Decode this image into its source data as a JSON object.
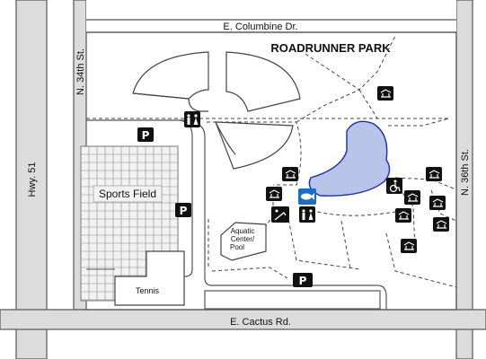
{
  "park": {
    "title": "ROADRUNNER PARK"
  },
  "roads": {
    "top": "E. Columbine Dr.",
    "bottom": "E. Cactus Rd.",
    "left_highway": "Hwy. 51",
    "west_street": "N. 34th St.",
    "east_street": "N. 36th St."
  },
  "facilities": {
    "sports_field": "Sports Field",
    "tennis": "Tennis",
    "aquatic_line1": "Aquatic",
    "aquatic_line2": "Center/",
    "aquatic_line3": "Pool"
  },
  "symbols": {
    "parking_letter": "P",
    "parking_icon": "parking-icon",
    "restroom_icon": "restroom-icon",
    "picnic_icon": "picnic-ramada-icon",
    "accessible_icon": "wheelchair-icon",
    "fishing_icon": "fishing-icon",
    "playground_icon": "playground-icon"
  },
  "colors": {
    "lake": "#b9c4ea",
    "lake_outline": "#1d2fa3",
    "road_fill": "#dcdcdc",
    "field_grid": "#8a8a8a",
    "fishing_badge": "#1b6fc2"
  }
}
